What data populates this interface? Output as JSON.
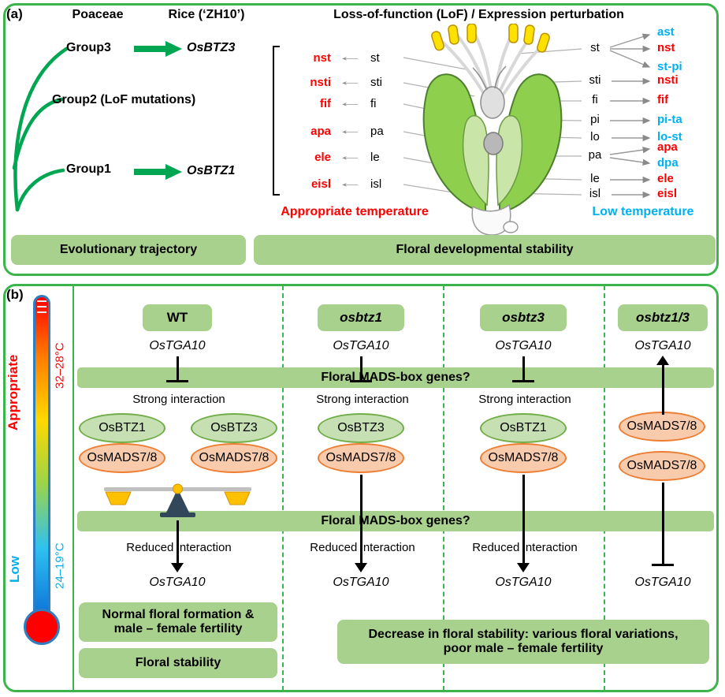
{
  "panel_a": {
    "tag": "(a)",
    "col_poaceae": "Poaceae",
    "col_rice": "Rice (‘ZH10’)",
    "col_lof": "Loss-of-function (LoF) / Expression perturbation",
    "group3": "Group3",
    "group2": "Group2 (LoF mutations)",
    "group1": "Group1",
    "gene_top": "OsBTZ3",
    "gene_bottom": "OsBTZ1",
    "left_mutants": [
      {
        "mutant": "nst",
        "organ": "st"
      },
      {
        "mutant": "nsti",
        "organ": "sti"
      },
      {
        "mutant": "fif",
        "organ": "fi"
      },
      {
        "mutant": "apa",
        "organ": "pa"
      },
      {
        "mutant": "ele",
        "organ": "le"
      },
      {
        "mutant": "eisl",
        "organ": "isl"
      }
    ],
    "right_organs": [
      "st",
      "sti",
      "fi",
      "pi",
      "lo",
      "pa",
      "le",
      "isl"
    ],
    "right_mutants": [
      {
        "name": "ast",
        "color": "blue"
      },
      {
        "name": "nst",
        "color": "red"
      },
      {
        "name": "st-pi",
        "color": "blue"
      },
      {
        "name": "nsti",
        "color": "red"
      },
      {
        "name": "fif",
        "color": "red"
      },
      {
        "name": "pi-ta",
        "color": "blue"
      },
      {
        "name": "lo-st",
        "color": "blue"
      },
      {
        "name": "apa",
        "color": "red"
      },
      {
        "name": "dpa",
        "color": "blue"
      },
      {
        "name": "ele",
        "color": "red"
      },
      {
        "name": "eisl",
        "color": "red"
      }
    ],
    "temp_appropriate": "Appropriate temperature",
    "temp_low": "Low temperature",
    "caption_left": "Evolutionary trajectory",
    "caption_right": "Floral developmental stability"
  },
  "panel_b": {
    "tag": "(b)",
    "thermo": {
      "appropriate": "Appropriate",
      "range_high": "32–28°C",
      "low": "Low",
      "range_low": "24–19°C"
    },
    "headers": [
      "WT",
      "osbtz1",
      "osbtz3",
      "osbtz1/3"
    ],
    "gene_tga": "OsTGA10",
    "band_text": "Floral MADS-box genes?",
    "strong": "Strong interaction",
    "reduced": "Reduced interaction",
    "ovals": {
      "btz1": "OsBTZ1",
      "btz3": "OsBTZ3",
      "mads": "OsMADS7/8"
    },
    "outcome_wt_main": "Normal floral formation & male – female fertility",
    "outcome_wt_sub": "Floral stability",
    "outcome_mutant": "Decrease in floral stability: various floral variations, poor male – female fertility"
  },
  "colors": {
    "panel_border": "#3bb54b",
    "light_green": "#a9d18e",
    "green_oval": "#c6e0b4",
    "orange_oval": "#f8cbad",
    "red": "#fe0000",
    "blue": "#00b0f0",
    "tree_green": "#00a651"
  }
}
